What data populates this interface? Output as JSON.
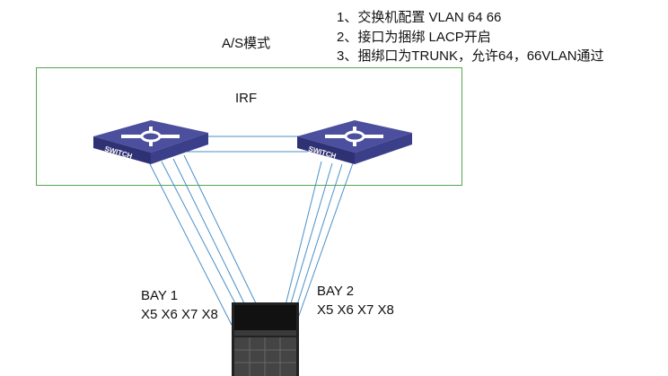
{
  "notes": [
    "1、交换机配置 VLAN 64  66",
    "2、接口为捆绑 LACP开启",
    "3、捆绑口为TRUNK，允许64，66VLAN通过"
  ],
  "mode_label": "A/S模式",
  "irf_label": "IRF",
  "switches": [
    {
      "label": "SWITCH"
    },
    {
      "label": "SWITCH"
    }
  ],
  "bay1": {
    "title": "BAY 1",
    "ports": "X5 X6 X7 X8"
  },
  "bay2": {
    "title": "BAY  2",
    "ports": "X5 X6 X7 X8"
  },
  "colors": {
    "link": "#4a90c8",
    "irf_box": "#55a84f",
    "switch_top": "#4b4f9e",
    "switch_side": "#2e3174"
  }
}
